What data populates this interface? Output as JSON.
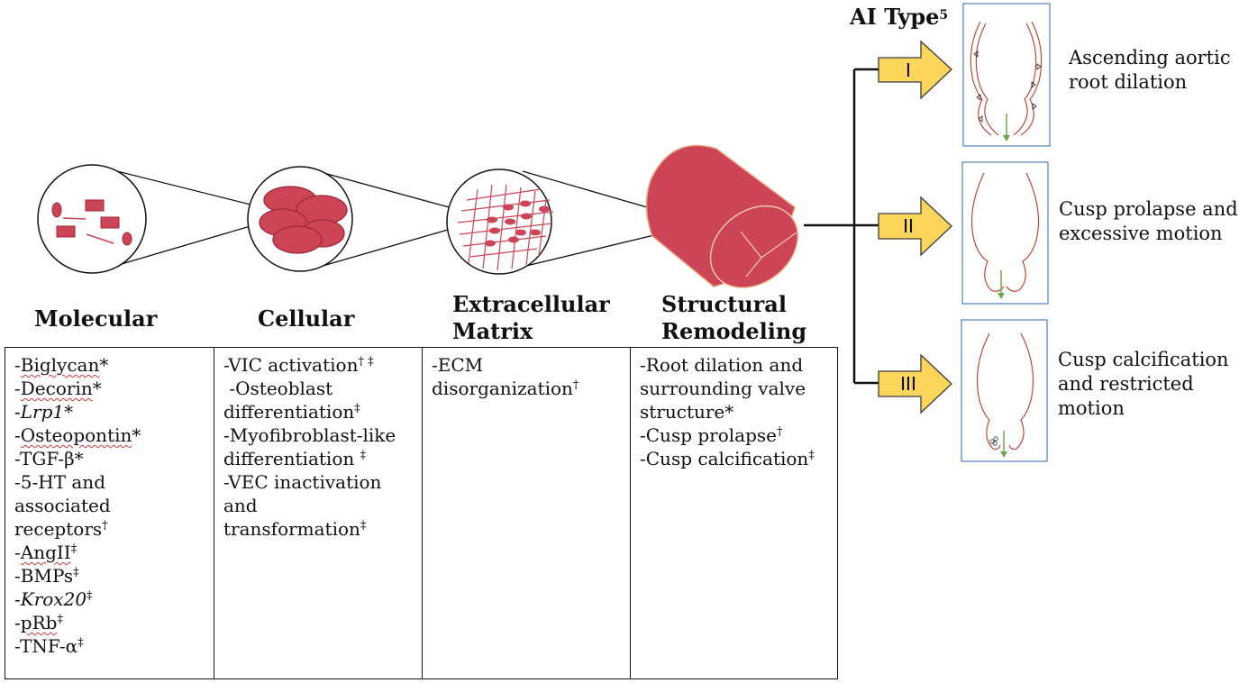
{
  "headers": {
    "molecular": [
      "Molecular"
    ],
    "cellular": [
      "Cellular"
    ],
    "ecm": [
      "Extracellular",
      "Matrix"
    ],
    "structural": [
      "Structural",
      "Remodeling"
    ]
  },
  "ai_type": {
    "label": "AI Type",
    "superscript": "5"
  },
  "table": {
    "molecular": [
      {
        "pre": "-",
        "text": "Biglycan",
        "mark": "*",
        "wavy": true,
        "italic": false,
        "sup": false
      },
      {
        "pre": "-",
        "text": "Decorin",
        "mark": "*",
        "wavy": true,
        "italic": false,
        "sup": false
      },
      {
        "pre": "-",
        "text": "Lrp1*",
        "mark": "",
        "wavy": false,
        "italic": true,
        "sup": false
      },
      {
        "pre": "-",
        "text": "Osteopontin",
        "mark": "*",
        "wavy": true,
        "italic": false,
        "sup": false
      },
      {
        "pre": "-",
        "text": "TGF-β",
        "mark": "*",
        "wavy": false,
        "italic": false,
        "sup": false
      },
      {
        "pre": "-",
        "text": "5-HT and",
        "mark": "",
        "wavy": false,
        "italic": false,
        "sup": false
      },
      {
        "pre": "",
        "text": "associated",
        "mark": "",
        "wavy": false,
        "italic": false,
        "sup": false
      },
      {
        "pre": "",
        "text": "receptors",
        "mark": "†",
        "wavy": false,
        "italic": false,
        "sup": true
      },
      {
        "pre": "-",
        "text": "AngII",
        "mark": "‡",
        "wavy": true,
        "italic": false,
        "sup": true
      },
      {
        "pre": "-",
        "text": "BMPs",
        "mark": "‡",
        "wavy": false,
        "italic": false,
        "sup": true
      },
      {
        "pre": "-",
        "text": "Krox20",
        "mark": "‡",
        "wavy": false,
        "italic": true,
        "sup": true
      },
      {
        "pre": "-",
        "text": "pRb",
        "mark": "‡",
        "wavy": true,
        "italic": false,
        "sup": true
      },
      {
        "pre": "-",
        "text": "TNF-α",
        "mark": "‡",
        "wavy": false,
        "italic": false,
        "sup": true
      }
    ],
    "cellular": [
      {
        "text": "-VIC activation",
        "mark": "† ‡"
      },
      {
        "text": " -Osteoblast",
        "mark": ""
      },
      {
        "text": "differentiation",
        "mark": "‡"
      },
      {
        "text": "-Myofibroblast-like",
        "mark": ""
      },
      {
        "text": "differentiation ",
        "mark": "‡"
      },
      {
        "text": "-VEC inactivation",
        "mark": ""
      },
      {
        "text": "and",
        "mark": ""
      },
      {
        "text": "transformation",
        "mark": "‡"
      }
    ],
    "ecm": [
      {
        "text": "-ECM",
        "mark": ""
      },
      {
        "text": "disorganization",
        "mark": "†"
      }
    ],
    "structural": [
      {
        "text": "-Root dilation and",
        "mark": "",
        "sup": false
      },
      {
        "text": "surrounding valve",
        "mark": "",
        "sup": false
      },
      {
        "text": "structure",
        "mark": "*",
        "sup": false
      },
      {
        "text": "-Cusp prolapse",
        "mark": "†",
        "sup": true
      },
      {
        "text": "-Cusp calcification",
        "mark": "‡",
        "sup": true
      }
    ]
  },
  "types": [
    {
      "numeral": "I",
      "caption": [
        "Ascending aortic",
        "root dilation"
      ]
    },
    {
      "numeral": "II",
      "caption": [
        "Cusp prolapse and",
        "excessive motion"
      ]
    },
    {
      "numeral": "III",
      "caption": [
        "Cusp calcification",
        "and restricted",
        "motion"
      ]
    }
  ],
  "colors": {
    "tissue": "#cc4455",
    "tissue_edge": "#b02a3c",
    "arrow_fill": "#fcd55b",
    "arrow_edge": "#3a3a3a",
    "panel_border": "#4f81bd",
    "flow_arrow": "#6aa84f",
    "valve_line": "#c0392b"
  }
}
